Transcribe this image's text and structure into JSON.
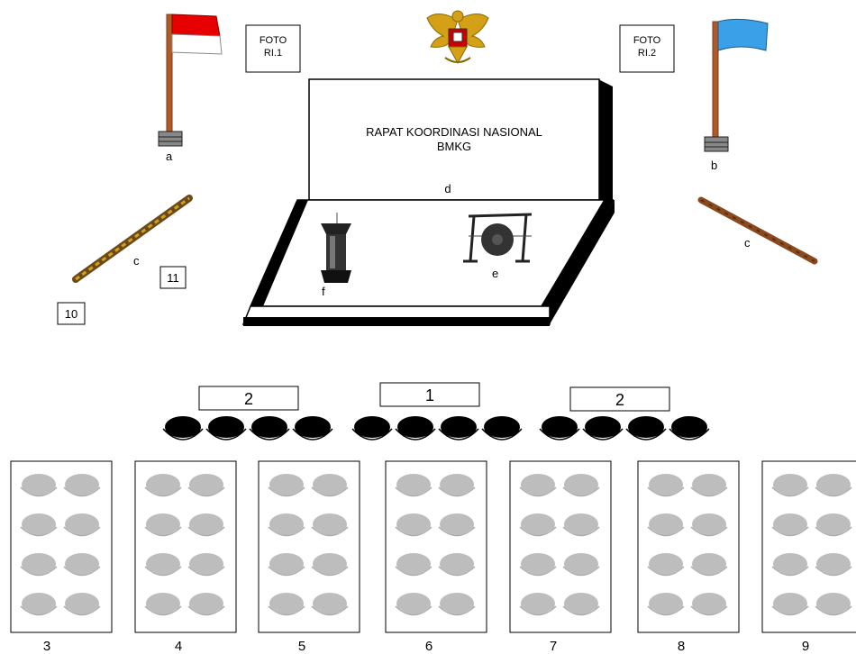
{
  "colors": {
    "flag_red": "#e60000",
    "flag_blue": "#3aa0e8",
    "pole": "#b05a28",
    "seat_vip": "#000000",
    "seat_guest": "#bdbdbd",
    "stage_wall": "#000000"
  },
  "photos": {
    "left": {
      "line1": "FOTO",
      "line2": "RI.1"
    },
    "right": {
      "line1": "FOTO",
      "line2": "RI.2"
    }
  },
  "emblem": {
    "icon": "garuda-emblem-icon"
  },
  "banner": {
    "line1": "RAPAT  KOORDINASI NASIONAL",
    "line2": "BMKG"
  },
  "labels": {
    "flag_left": "a",
    "flag_right": "b",
    "rope_left": "c",
    "rope_right": "c",
    "stage": "d",
    "gong": "e",
    "podium": "f",
    "marker_10": "10",
    "marker_11": "11"
  },
  "front_rows": {
    "left": "2",
    "center": "1",
    "right": "2",
    "seats_per_group": 4
  },
  "blocks": [
    "3",
    "4",
    "5",
    "6",
    "7",
    "8",
    "9"
  ],
  "seats_per_block": 8
}
